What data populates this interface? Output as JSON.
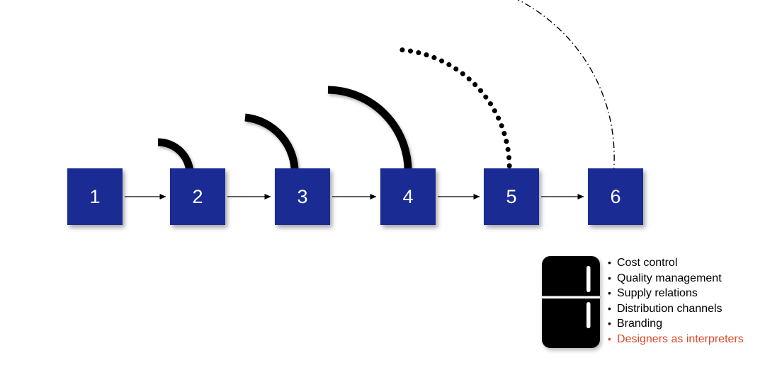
{
  "diagram": {
    "boxes": [
      {
        "label": "1"
      },
      {
        "label": "2"
      },
      {
        "label": "3"
      },
      {
        "label": "4"
      },
      {
        "label": "5"
      },
      {
        "label": "6"
      }
    ],
    "arcs": [
      {
        "from_step": "2",
        "style": "solid-thick"
      },
      {
        "from_step": "3",
        "style": "solid-thick"
      },
      {
        "from_step": "4",
        "style": "solid-thick"
      },
      {
        "from_step": "5",
        "style": "dotted"
      },
      {
        "from_step": "6",
        "style": "dash-dot"
      }
    ],
    "colors": {
      "box_fill": "#1b2b94",
      "box_text": "#ffffff",
      "line": "#000000",
      "highlight": "#da4a28"
    },
    "legend": {
      "icon": "refrigerator-icon",
      "items": [
        {
          "label": "Cost control",
          "highlight": false
        },
        {
          "label": "Quality management",
          "highlight": false
        },
        {
          "label": "Supply relations",
          "highlight": false
        },
        {
          "label": "Distribution channels",
          "highlight": false
        },
        {
          "label": "Branding",
          "highlight": false
        },
        {
          "label": "Designers as interpreters",
          "highlight": true
        }
      ]
    }
  }
}
